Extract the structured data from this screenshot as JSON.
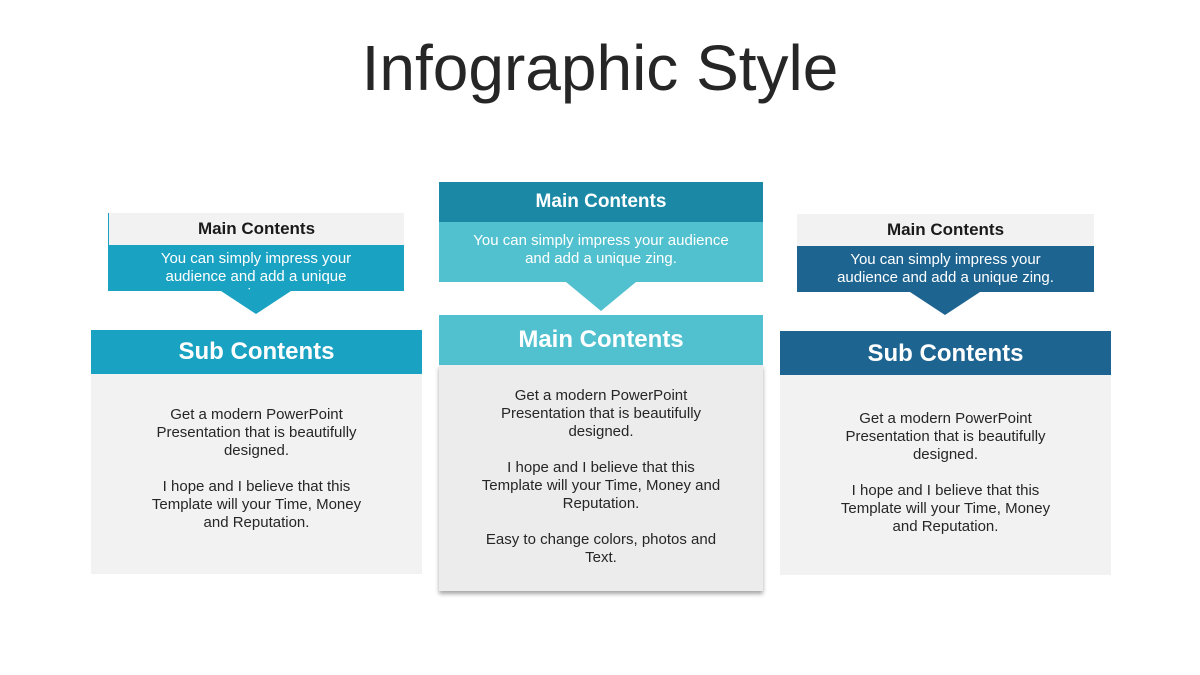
{
  "page": {
    "title": "Infographic Style"
  },
  "colors": {
    "teal": "#1aa2c2",
    "teal_dark": "#1b89a6",
    "teal_light": "#52c1cf",
    "navy": "#1d6491",
    "panel_bg": "#f2f2f2",
    "panel_mid_bg": "#ececec"
  },
  "left": {
    "callout_title": "Main Contents",
    "callout_text": "You can simply impress your audience and add a unique zing.",
    "sub_title": "Sub Contents",
    "paragraphs": [
      "Get a modern PowerPoint Presentation that is beautifully designed.",
      "I hope and I believe that this Template will your Time, Money and Reputation."
    ]
  },
  "center": {
    "callout_title": "Main Contents",
    "callout_text": "You can simply impress your audience and add a unique zing.",
    "sub_title": "Main Contents",
    "paragraphs": [
      "Get a modern PowerPoint Presentation that is beautifully designed.",
      "I hope and I believe that this Template will your Time, Money and Reputation.",
      "Easy to change colors, photos and Text."
    ]
  },
  "right": {
    "callout_title": "Main Contents",
    "callout_text": "You can simply impress your audience and add a unique zing.",
    "sub_title": "Sub Contents",
    "paragraphs": [
      "Get a modern PowerPoint Presentation that is beautifully designed.",
      "I hope and I believe that this Template will your Time, Money and Reputation."
    ]
  }
}
